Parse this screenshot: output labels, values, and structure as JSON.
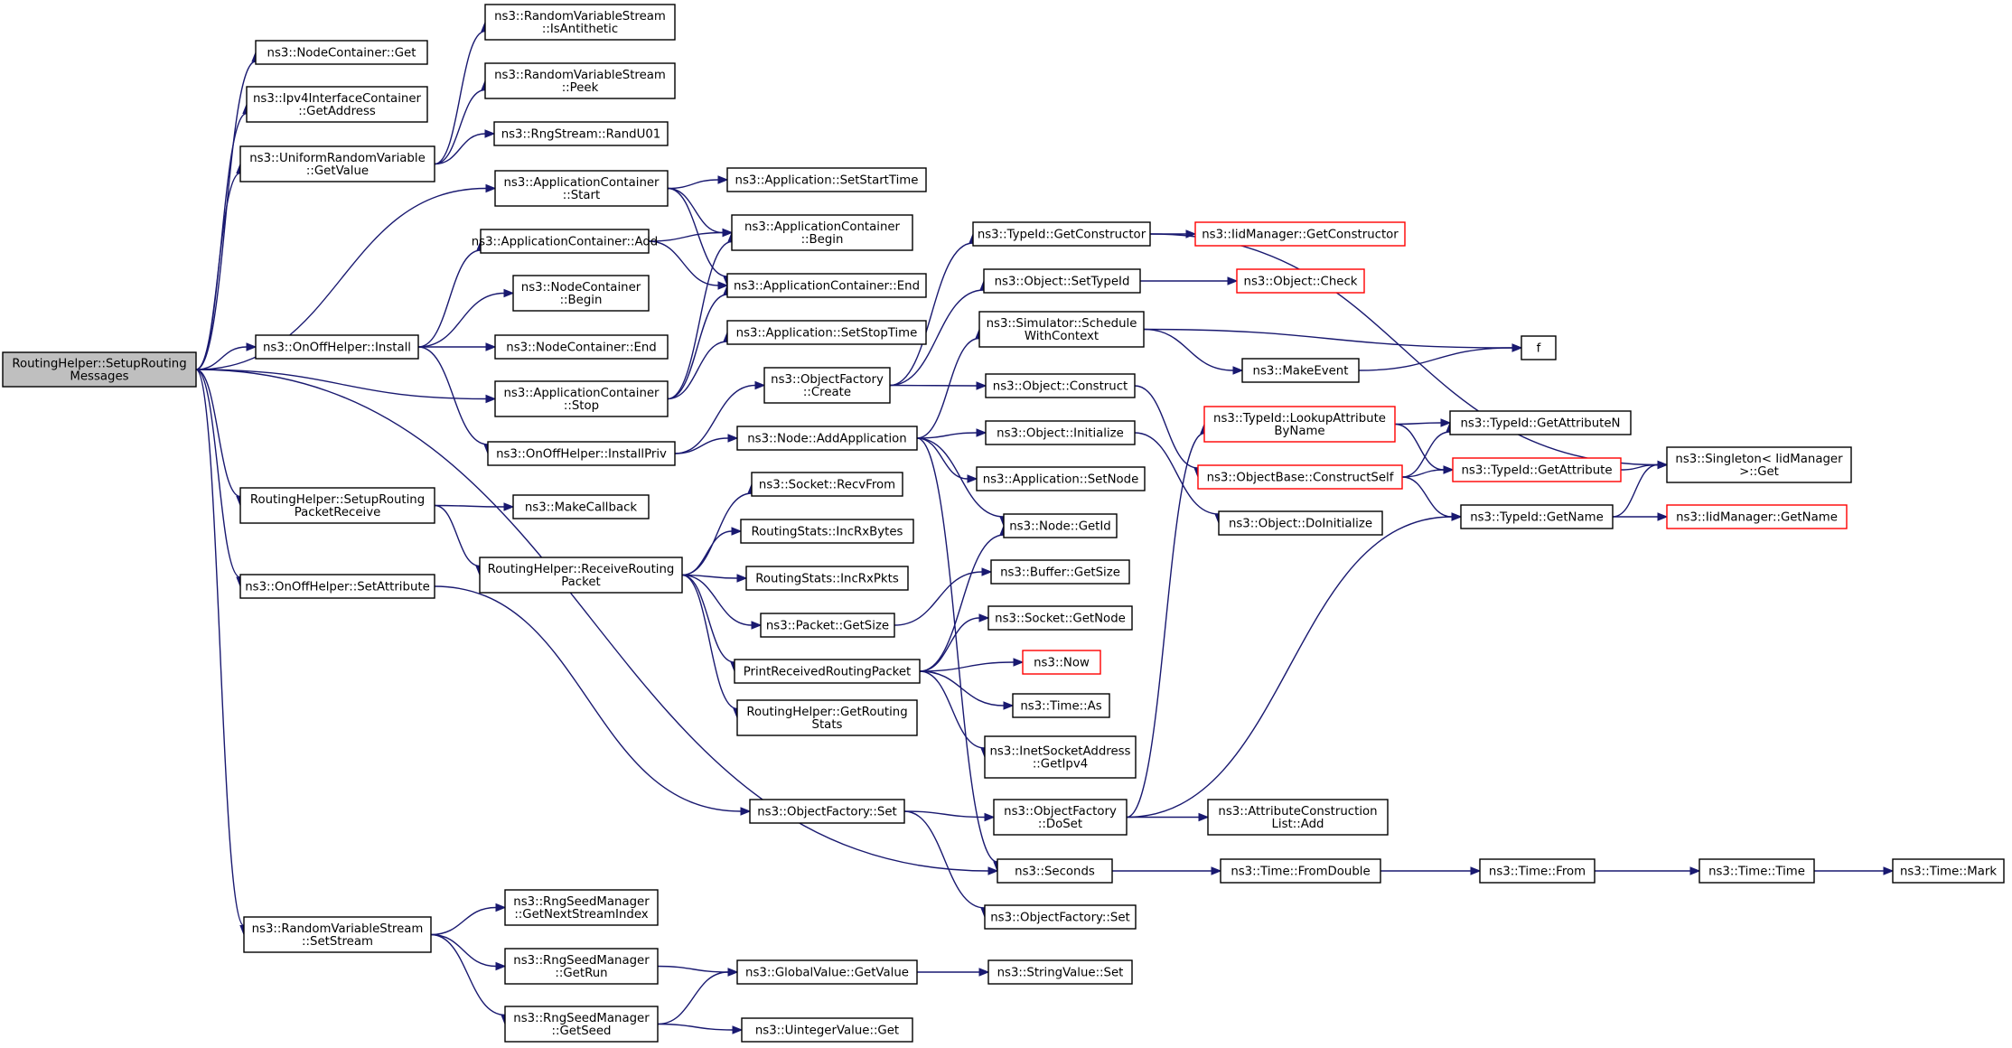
{
  "colors": {
    "edge": "#191970",
    "root_fill": "#bfbfbf",
    "truncated_border": "#ff0000",
    "border": "#000000"
  },
  "nodes": [
    {
      "id": "root",
      "lines": [
        "RoutingHelper::SetupRouting",
        "Messages"
      ],
      "kind": "root"
    },
    {
      "id": "nc_get",
      "lines": [
        "ns3::NodeContainer::Get"
      ]
    },
    {
      "id": "ipv4_getaddr",
      "lines": [
        "ns3::Ipv4InterfaceContainer",
        "::GetAddress"
      ]
    },
    {
      "id": "urv_getvalue",
      "lines": [
        "ns3::UniformRandomVariable",
        "::GetValue"
      ]
    },
    {
      "id": "rvs_isanti",
      "lines": [
        "ns3::RandomVariableStream",
        "::IsAntithetic"
      ]
    },
    {
      "id": "rvs_peek",
      "lines": [
        "ns3::RandomVariableStream",
        "::Peek"
      ]
    },
    {
      "id": "rng_randu01",
      "lines": [
        "ns3::RngStream::RandU01"
      ]
    },
    {
      "id": "appc_start",
      "lines": [
        "ns3::ApplicationContainer",
        "::Start"
      ]
    },
    {
      "id": "appc_add",
      "lines": [
        "ns3::ApplicationContainer::Add"
      ]
    },
    {
      "id": "nc_begin",
      "lines": [
        "ns3::NodeContainer",
        "::Begin"
      ]
    },
    {
      "id": "onoff_install",
      "lines": [
        "ns3::OnOffHelper::Install"
      ]
    },
    {
      "id": "nc_end",
      "lines": [
        "ns3::NodeContainer::End"
      ]
    },
    {
      "id": "appc_stop",
      "lines": [
        "ns3::ApplicationContainer",
        "::Stop"
      ]
    },
    {
      "id": "onoff_installpriv",
      "lines": [
        "ns3::OnOffHelper::InstallPriv"
      ]
    },
    {
      "id": "rh_setuprecv",
      "lines": [
        "RoutingHelper::SetupRouting",
        "PacketReceive"
      ]
    },
    {
      "id": "makecallback",
      "lines": [
        "ns3::MakeCallback"
      ]
    },
    {
      "id": "onoff_setattr",
      "lines": [
        "ns3::OnOffHelper::SetAttribute"
      ]
    },
    {
      "id": "rh_recvpkt",
      "lines": [
        "RoutingHelper::ReceiveRouting",
        "Packet"
      ]
    },
    {
      "id": "rvs_setstream",
      "lines": [
        "ns3::RandomVariableStream",
        "::SetStream"
      ]
    },
    {
      "id": "app_setstart",
      "lines": [
        "ns3::Application::SetStartTime"
      ]
    },
    {
      "id": "appc_begin",
      "lines": [
        "ns3::ApplicationContainer",
        "::Begin"
      ]
    },
    {
      "id": "appc_end",
      "lines": [
        "ns3::ApplicationContainer::End"
      ]
    },
    {
      "id": "app_setstop",
      "lines": [
        "ns3::Application::SetStopTime"
      ]
    },
    {
      "id": "of_create",
      "lines": [
        "ns3::ObjectFactory",
        "::Create"
      ]
    },
    {
      "id": "node_addapp",
      "lines": [
        "ns3::Node::AddApplication"
      ]
    },
    {
      "id": "sock_recvfrom",
      "lines": [
        "ns3::Socket::RecvFrom"
      ]
    },
    {
      "id": "rs_incrxbytes",
      "lines": [
        "RoutingStats::IncRxBytes"
      ]
    },
    {
      "id": "rs_incrxpkts",
      "lines": [
        "RoutingStats::IncRxPkts"
      ]
    },
    {
      "id": "pkt_getsize",
      "lines": [
        "ns3::Packet::GetSize"
      ]
    },
    {
      "id": "printrecv",
      "lines": [
        "PrintReceivedRoutingPacket"
      ]
    },
    {
      "id": "rh_getstats",
      "lines": [
        "RoutingHelper::GetRouting",
        "Stats"
      ]
    },
    {
      "id": "of_set",
      "lines": [
        "ns3::ObjectFactory::Set"
      ]
    },
    {
      "id": "rsm_getnext",
      "lines": [
        "ns3::RngSeedManager",
        "::GetNextStreamIndex"
      ]
    },
    {
      "id": "rsm_getrun",
      "lines": [
        "ns3::RngSeedManager",
        "::GetRun"
      ]
    },
    {
      "id": "rsm_getseed",
      "lines": [
        "ns3::RngSeedManager",
        "::GetSeed"
      ]
    },
    {
      "id": "gv_getvalue",
      "lines": [
        "ns3::GlobalValue::GetValue"
      ]
    },
    {
      "id": "uv_get",
      "lines": [
        "ns3::UintegerValue::Get"
      ]
    },
    {
      "id": "tid_getctor",
      "lines": [
        "ns3::TypeId::GetConstructor"
      ]
    },
    {
      "id": "obj_settypeid",
      "lines": [
        "ns3::Object::SetTypeId"
      ]
    },
    {
      "id": "sim_schedule",
      "lines": [
        "ns3::Simulator::Schedule",
        "WithContext"
      ]
    },
    {
      "id": "obj_construct",
      "lines": [
        "ns3::Object::Construct"
      ]
    },
    {
      "id": "obj_initialize",
      "lines": [
        "ns3::Object::Initialize"
      ]
    },
    {
      "id": "app_setnode",
      "lines": [
        "ns3::Application::SetNode"
      ]
    },
    {
      "id": "node_getid",
      "lines": [
        "ns3::Node::GetId"
      ]
    },
    {
      "id": "buf_getsize",
      "lines": [
        "ns3::Buffer::GetSize"
      ]
    },
    {
      "id": "sock_getnode",
      "lines": [
        "ns3::Socket::GetNode"
      ]
    },
    {
      "id": "ns3_now",
      "lines": [
        "ns3::Now"
      ],
      "truncated": true
    },
    {
      "id": "time_as",
      "lines": [
        "ns3::Time::As"
      ]
    },
    {
      "id": "isa_getipv4",
      "lines": [
        "ns3::InetSocketAddress",
        "::GetIpv4"
      ]
    },
    {
      "id": "of_doset",
      "lines": [
        "ns3::ObjectFactory",
        "::DoSet"
      ]
    },
    {
      "id": "ns3_seconds",
      "lines": [
        "ns3::Seconds"
      ]
    },
    {
      "id": "of_set2",
      "lines": [
        "ns3::ObjectFactory::Set"
      ]
    },
    {
      "id": "sv_set",
      "lines": [
        "ns3::StringValue::Set"
      ]
    },
    {
      "id": "iid_getctor",
      "lines": [
        "ns3::IidManager::GetConstructor"
      ],
      "truncated": true
    },
    {
      "id": "obj_check",
      "lines": [
        "ns3::Object::Check"
      ],
      "truncated": true
    },
    {
      "id": "fn_f",
      "lines": [
        "f"
      ]
    },
    {
      "id": "makeevent",
      "lines": [
        "ns3::MakeEvent"
      ]
    },
    {
      "id": "tid_lookupattr",
      "lines": [
        "ns3::TypeId::LookupAttribute",
        "ByName"
      ],
      "truncated": true
    },
    {
      "id": "ob_constructself",
      "lines": [
        "ns3::ObjectBase::ConstructSelf"
      ],
      "truncated": true
    },
    {
      "id": "obj_doinit",
      "lines": [
        "ns3::Object::DoInitialize"
      ]
    },
    {
      "id": "acl_add",
      "lines": [
        "ns3::AttributeConstruction",
        "List::Add"
      ]
    },
    {
      "id": "time_fromdouble",
      "lines": [
        "ns3::Time::FromDouble"
      ]
    },
    {
      "id": "tid_getattrn",
      "lines": [
        "ns3::TypeId::GetAttributeN"
      ]
    },
    {
      "id": "tid_getattr",
      "lines": [
        "ns3::TypeId::GetAttribute"
      ],
      "truncated": true
    },
    {
      "id": "tid_getname",
      "lines": [
        "ns3::TypeId::GetName"
      ]
    },
    {
      "id": "singleton_get",
      "lines": [
        "ns3::Singleton< IidManager",
        ">::Get"
      ]
    },
    {
      "id": "iid_getname",
      "lines": [
        "ns3::IidManager::GetName"
      ],
      "truncated": true
    },
    {
      "id": "time_from",
      "lines": [
        "ns3::Time::From"
      ]
    },
    {
      "id": "time_time",
      "lines": [
        "ns3::Time::Time"
      ]
    },
    {
      "id": "time_mark",
      "lines": [
        "ns3::Time::Mark"
      ]
    }
  ],
  "edges": [
    [
      "root",
      "nc_get"
    ],
    [
      "root",
      "ipv4_getaddr"
    ],
    [
      "root",
      "urv_getvalue"
    ],
    [
      "root",
      "appc_start"
    ],
    [
      "root",
      "onoff_install"
    ],
    [
      "root",
      "appc_stop"
    ],
    [
      "root",
      "rh_setuprecv"
    ],
    [
      "root",
      "onoff_setattr"
    ],
    [
      "root",
      "ns3_seconds"
    ],
    [
      "root",
      "rvs_setstream"
    ],
    [
      "urv_getvalue",
      "rvs_isanti"
    ],
    [
      "urv_getvalue",
      "rvs_peek"
    ],
    [
      "urv_getvalue",
      "rng_randu01"
    ],
    [
      "appc_start",
      "app_setstart"
    ],
    [
      "appc_start",
      "appc_begin"
    ],
    [
      "appc_start",
      "appc_end"
    ],
    [
      "appc_add",
      "appc_begin"
    ],
    [
      "appc_add",
      "appc_end"
    ],
    [
      "onoff_install",
      "appc_add"
    ],
    [
      "onoff_install",
      "nc_begin"
    ],
    [
      "onoff_install",
      "nc_end"
    ],
    [
      "onoff_install",
      "onoff_installpriv"
    ],
    [
      "appc_stop",
      "appc_begin"
    ],
    [
      "appc_stop",
      "appc_end"
    ],
    [
      "appc_stop",
      "app_setstop"
    ],
    [
      "onoff_installpriv",
      "of_create"
    ],
    [
      "onoff_installpriv",
      "node_addapp"
    ],
    [
      "rh_setuprecv",
      "makecallback"
    ],
    [
      "rh_setuprecv",
      "rh_recvpkt"
    ],
    [
      "onoff_setattr",
      "of_set"
    ],
    [
      "rh_recvpkt",
      "sock_recvfrom"
    ],
    [
      "rh_recvpkt",
      "rs_incrxbytes"
    ],
    [
      "rh_recvpkt",
      "rs_incrxpkts"
    ],
    [
      "rh_recvpkt",
      "pkt_getsize"
    ],
    [
      "rh_recvpkt",
      "printrecv"
    ],
    [
      "rh_recvpkt",
      "rh_getstats"
    ],
    [
      "rvs_setstream",
      "rsm_getnext"
    ],
    [
      "rvs_setstream",
      "rsm_getrun"
    ],
    [
      "rvs_setstream",
      "rsm_getseed"
    ],
    [
      "rsm_getrun",
      "gv_getvalue"
    ],
    [
      "rsm_getseed",
      "gv_getvalue"
    ],
    [
      "rsm_getseed",
      "uv_get"
    ],
    [
      "gv_getvalue",
      "sv_set"
    ],
    [
      "of_create",
      "tid_getctor"
    ],
    [
      "of_create",
      "obj_settypeid"
    ],
    [
      "of_create",
      "obj_construct"
    ],
    [
      "node_addapp",
      "sim_schedule"
    ],
    [
      "node_addapp",
      "obj_initialize"
    ],
    [
      "node_addapp",
      "app_setnode"
    ],
    [
      "node_addapp",
      "node_getid"
    ],
    [
      "node_addapp",
      "ns3_seconds"
    ],
    [
      "pkt_getsize",
      "buf_getsize"
    ],
    [
      "printrecv",
      "node_getid"
    ],
    [
      "printrecv",
      "sock_getnode"
    ],
    [
      "printrecv",
      "ns3_now"
    ],
    [
      "printrecv",
      "time_as"
    ],
    [
      "printrecv",
      "isa_getipv4"
    ],
    [
      "of_set",
      "of_doset"
    ],
    [
      "of_set",
      "of_set2"
    ],
    [
      "tid_getctor",
      "iid_getctor"
    ],
    [
      "tid_getctor",
      "singleton_get"
    ],
    [
      "obj_settypeid",
      "obj_check"
    ],
    [
      "sim_schedule",
      "fn_f"
    ],
    [
      "sim_schedule",
      "makeevent"
    ],
    [
      "makeevent",
      "fn_f"
    ],
    [
      "obj_construct",
      "ob_constructself"
    ],
    [
      "obj_initialize",
      "obj_doinit"
    ],
    [
      "of_doset",
      "tid_lookupattr"
    ],
    [
      "of_doset",
      "acl_add"
    ],
    [
      "of_doset",
      "tid_getname"
    ],
    [
      "ns3_seconds",
      "time_fromdouble"
    ],
    [
      "time_fromdouble",
      "time_from"
    ],
    [
      "time_from",
      "time_time"
    ],
    [
      "time_time",
      "time_mark"
    ],
    [
      "tid_lookupattr",
      "tid_getattrn"
    ],
    [
      "tid_lookupattr",
      "tid_getattr"
    ],
    [
      "ob_constructself",
      "tid_getattrn"
    ],
    [
      "ob_constructself",
      "tid_getattr"
    ],
    [
      "ob_constructself",
      "tid_getname"
    ],
    [
      "tid_getattr",
      "singleton_get"
    ],
    [
      "tid_getname",
      "singleton_get"
    ],
    [
      "tid_getname",
      "iid_getname"
    ]
  ]
}
